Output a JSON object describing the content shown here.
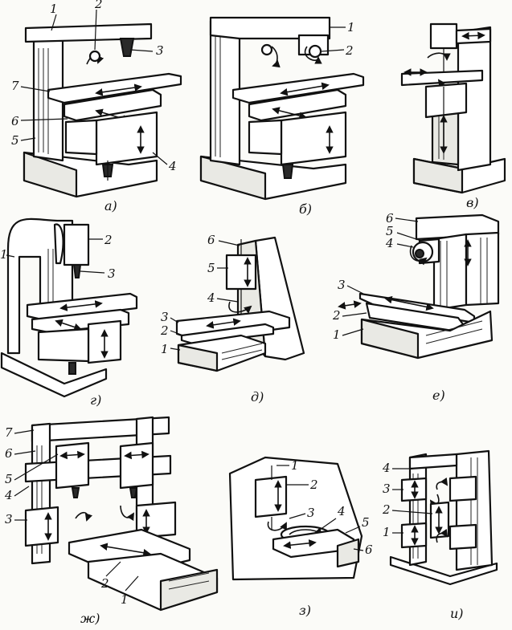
{
  "figures": {
    "a": {
      "caption": "а)",
      "labels": [
        "1",
        "2",
        "3",
        "4",
        "5",
        "6",
        "7"
      ]
    },
    "b": {
      "caption": "б)",
      "labels": [
        "1",
        "2"
      ]
    },
    "v": {
      "caption": "в)",
      "labels": []
    },
    "g": {
      "caption": "г)",
      "labels": [
        "1",
        "2",
        "3"
      ]
    },
    "d": {
      "caption": "д)",
      "labels": [
        "1",
        "2",
        "3",
        "4",
        "5",
        "6"
      ]
    },
    "e": {
      "caption": "е)",
      "labels": [
        "1",
        "2",
        "3",
        "4",
        "5",
        "6"
      ]
    },
    "zh": {
      "caption": "ж)",
      "labels": [
        "1",
        "2",
        "3",
        "4",
        "5",
        "6",
        "7"
      ]
    },
    "z": {
      "caption": "з)",
      "labels": [
        "1",
        "2",
        "3",
        "4",
        "5",
        "6"
      ]
    },
    "i": {
      "caption": "и)",
      "labels": [
        "1",
        "2",
        "3",
        "4"
      ]
    }
  }
}
